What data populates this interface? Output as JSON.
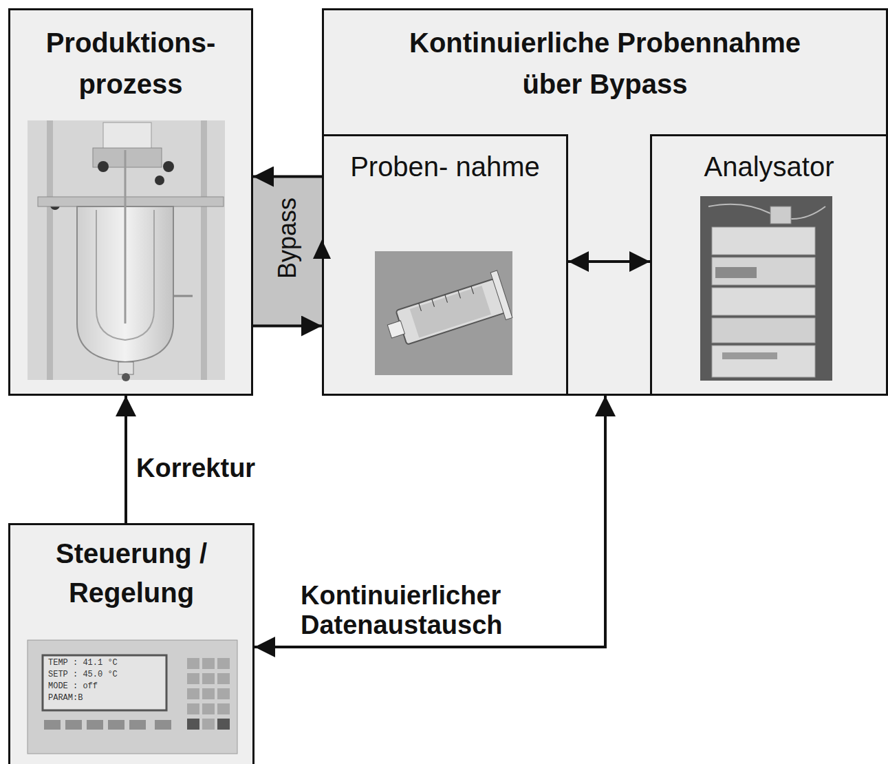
{
  "diagram": {
    "nodes": [
      {
        "text": [
          "Produktions- prozess"
        ]
      },
      {
        "text": [
          "Bypass"
        ]
      },
      {
        "text": [
          "Kontinuierliche Probennahme über Bypass"
        ]
      },
      {
        "text": [
          "Proben- nahme"
        ],
        "in": 2
      },
      {
        "text": [
          "Analysator"
        ],
        "in": 2
      },
      {
        "text": [
          "Steuerung / Regelung"
        ]
      }
    ],
    "edges": [
      {
        "from": 3,
        "to": 0,
        "arrow": "to"
      },
      {
        "from": 0,
        "to": 3,
        "arrow": "to"
      },
      {
        "from": 3,
        "to": 4,
        "arrow": "both"
      },
      {
        "from": 2,
        "to": 5,
        "arrow": "both",
        "label": "Kontinuierlicher Datenaustausch"
      },
      {
        "from": 5,
        "to": 0,
        "arrow": "to",
        "label": "Korrektur"
      }
    ],
    "labels": [
      "TEMP : 41.1 °C",
      "SETP : 45.0 °C",
      "MODE : off",
      "PARAM:B"
    ]
  }
}
